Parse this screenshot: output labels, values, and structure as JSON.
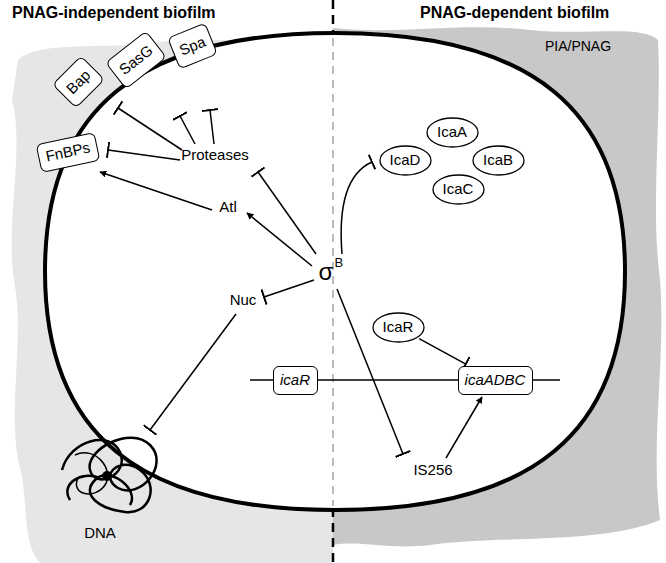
{
  "diagram": {
    "nodes": [
      {
        "text": [
          "Bap"
        ]
      },
      {
        "text": [
          "SasG"
        ]
      },
      {
        "text": [
          "Spa"
        ]
      },
      {
        "text": [
          "FnBPs"
        ]
      },
      {
        "text": [
          "IcaA"
        ]
      },
      {
        "text": [
          "IcaD"
        ]
      },
      {
        "text": [
          "IcaB"
        ]
      },
      {
        "text": [
          "IcaC"
        ]
      },
      {
        "text": [
          "IcaR"
        ]
      },
      {
        "text": [
          "icaR"
        ]
      },
      {
        "text": [
          "icaADBC"
        ]
      }
    ],
    "edges": [
      {
        "from": 8,
        "to": 10,
        "arrow": "to"
      }
    ],
    "labels": [
      "PNAG-independent biofilm",
      "PNAG-dependent biofilm",
      "PIA/PNAG",
      "Proteases",
      "Atl",
      "σ",
      "B",
      "Nuc",
      "IS256",
      "DNA"
    ]
  }
}
